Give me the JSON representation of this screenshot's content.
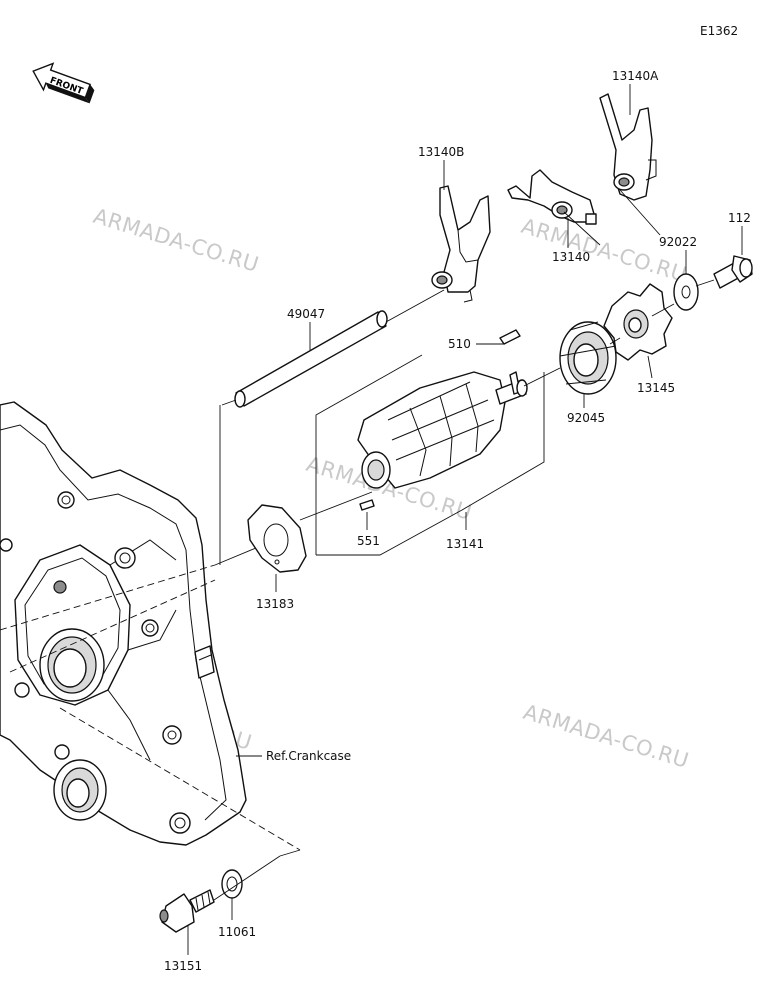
{
  "diagram_code": "E1362",
  "front_label": "FRONT",
  "watermark": "ARMADA-CO.RU",
  "reference": "Ref.Crankcase",
  "parts": {
    "p13140A": "13140A",
    "p13140B": "13140B",
    "p13140": "13140",
    "p112": "112",
    "p92022": "92022",
    "p49047": "49047",
    "p510": "510",
    "p13145": "13145",
    "p92045": "92045",
    "p551": "551",
    "p13141": "13141",
    "p13183": "13183",
    "p11061": "11061",
    "p13151": "13151"
  }
}
